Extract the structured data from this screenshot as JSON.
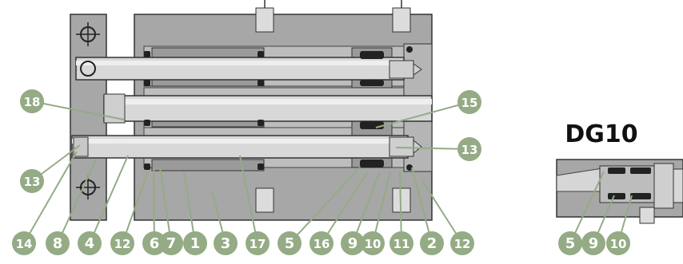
{
  "title": "DG10",
  "colors": {
    "body": "#a7a7a7",
    "body_dark": "#8f8f8f",
    "rod": "#cfcfcf",
    "rod_light": "#e8e8e8",
    "seal": "#222222",
    "outline": "#333333",
    "callout": "#94ab85",
    "leader": "#94ab85"
  },
  "callouts_main": [
    {
      "id": "c18",
      "label": "18"
    },
    {
      "id": "c15",
      "label": "15"
    },
    {
      "id": "c13-left",
      "label": "13"
    },
    {
      "id": "c13-right",
      "label": "13"
    },
    {
      "id": "c14",
      "label": "14"
    },
    {
      "id": "c8",
      "label": "8"
    },
    {
      "id": "c4",
      "label": "4"
    },
    {
      "id": "c12-a",
      "label": "12"
    },
    {
      "id": "c6",
      "label": "6"
    },
    {
      "id": "c7",
      "label": "7"
    },
    {
      "id": "c1",
      "label": "1"
    },
    {
      "id": "c3",
      "label": "3"
    },
    {
      "id": "c17",
      "label": "17"
    },
    {
      "id": "c5",
      "label": "5"
    },
    {
      "id": "c16",
      "label": "16"
    },
    {
      "id": "c9",
      "label": "9"
    },
    {
      "id": "c10",
      "label": "10"
    },
    {
      "id": "c11",
      "label": "11"
    },
    {
      "id": "c2",
      "label": "2"
    },
    {
      "id": "c12-b",
      "label": "12"
    }
  ],
  "callouts_detail": [
    {
      "id": "d5",
      "label": "5"
    },
    {
      "id": "d9",
      "label": "9"
    },
    {
      "id": "d10",
      "label": "10"
    }
  ]
}
